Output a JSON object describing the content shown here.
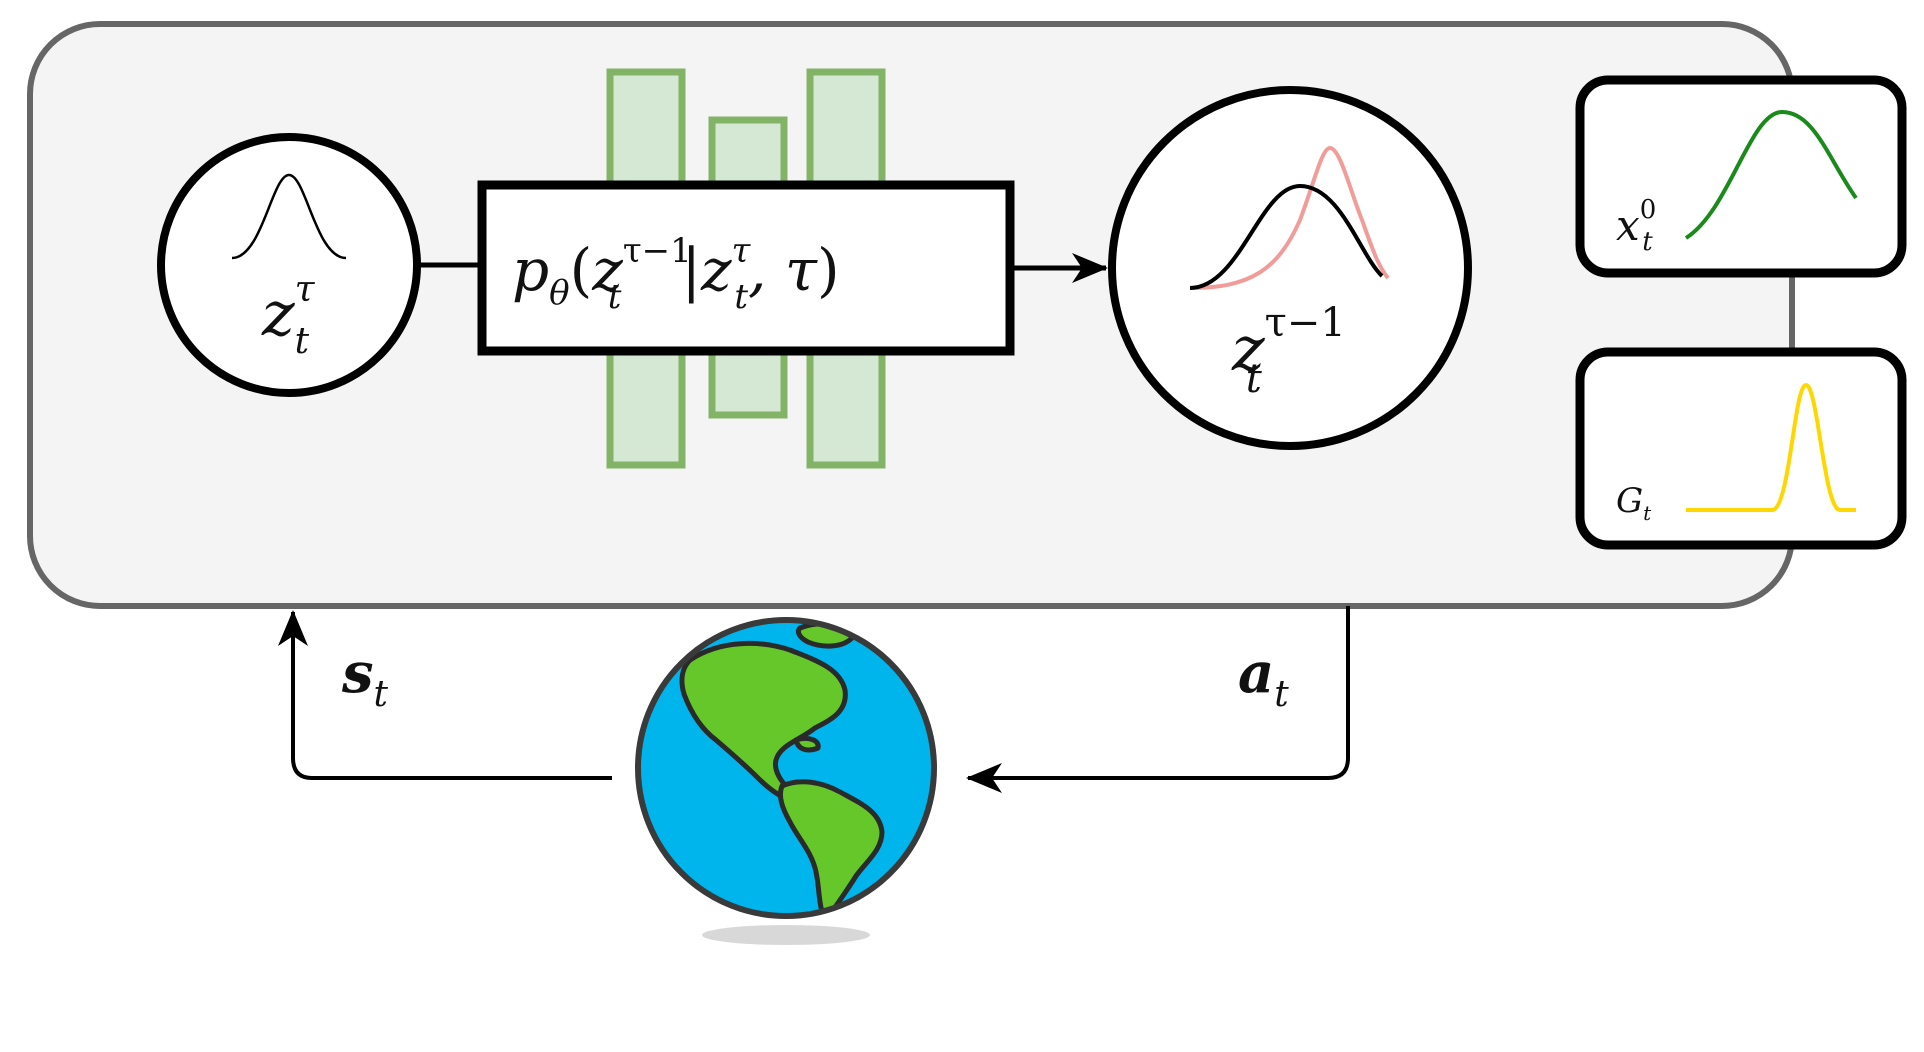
{
  "nodes": {
    "current_latent": {
      "symbol": "z",
      "sub": "t",
      "sup": "τ"
    },
    "denoise_block": {
      "fn": "p",
      "fn_sub": "θ",
      "open": "(",
      "z1": "z",
      "z1_sub": "t",
      "z1_sup": "τ−1",
      "bar": "|",
      "z2": "z",
      "z2_sub": "t",
      "z2_sup": "τ",
      "comma_tau": ", τ",
      "close": ")"
    },
    "next_latent": {
      "symbol": "z",
      "sub": "t",
      "sup": "τ−1"
    },
    "sample_panel": {
      "symbol": "x",
      "sub": "t",
      "sup": "0"
    },
    "goal_panel": {
      "symbol": "G",
      "sub": "t"
    }
  },
  "edges": {
    "state": {
      "symbol": "s",
      "sub": "t"
    },
    "action": {
      "symbol": "a",
      "sub": "t"
    }
  },
  "colors": {
    "container_fill": "#f4f4f4",
    "container_stroke": "#666666",
    "network_fill": "#d5e8d4",
    "network_stroke": "#82b366",
    "prior_curve": "#000000",
    "denoised_curve": "#f19c99",
    "sample_curve": "#1a8a1a",
    "goal_curve": "#ffd700",
    "ocean": "#00b4ec",
    "land": "#66c72a"
  },
  "icons": {
    "environment": "earth-globe-icon"
  }
}
